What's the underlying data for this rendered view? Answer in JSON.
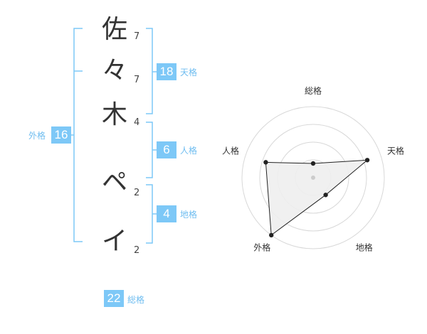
{
  "name": {
    "characters": [
      {
        "char": "佐",
        "strokes": "7"
      },
      {
        "char": "々",
        "strokes": "7"
      },
      {
        "char": "木",
        "strokes": "4"
      },
      {
        "char": "ペ",
        "strokes": "2"
      },
      {
        "char": "イ",
        "strokes": "2"
      }
    ]
  },
  "fortune": {
    "tenkaku": {
      "value": "18",
      "label": "天格"
    },
    "jinkaku": {
      "value": "6",
      "label": "人格"
    },
    "chikaku": {
      "value": "4",
      "label": "地格"
    },
    "gaikaku": {
      "value": "16",
      "label": "外格"
    },
    "soukaku": {
      "value": "22",
      "label": "総格"
    }
  },
  "colors": {
    "accent": "#7dc8f7",
    "accent_text": "#6fbdf0",
    "bracket": "#7dc8f7",
    "grid": "#d8d8d8",
    "polygon_fill": "#eeeeee",
    "polygon_stroke": "#222222"
  },
  "chart_data": {
    "type": "radar",
    "axes": [
      "総格",
      "天格",
      "地格",
      "外格",
      "人格"
    ],
    "max": 5,
    "values": [
      1,
      4,
      1.5,
      5,
      3.5
    ],
    "rings": 4
  }
}
